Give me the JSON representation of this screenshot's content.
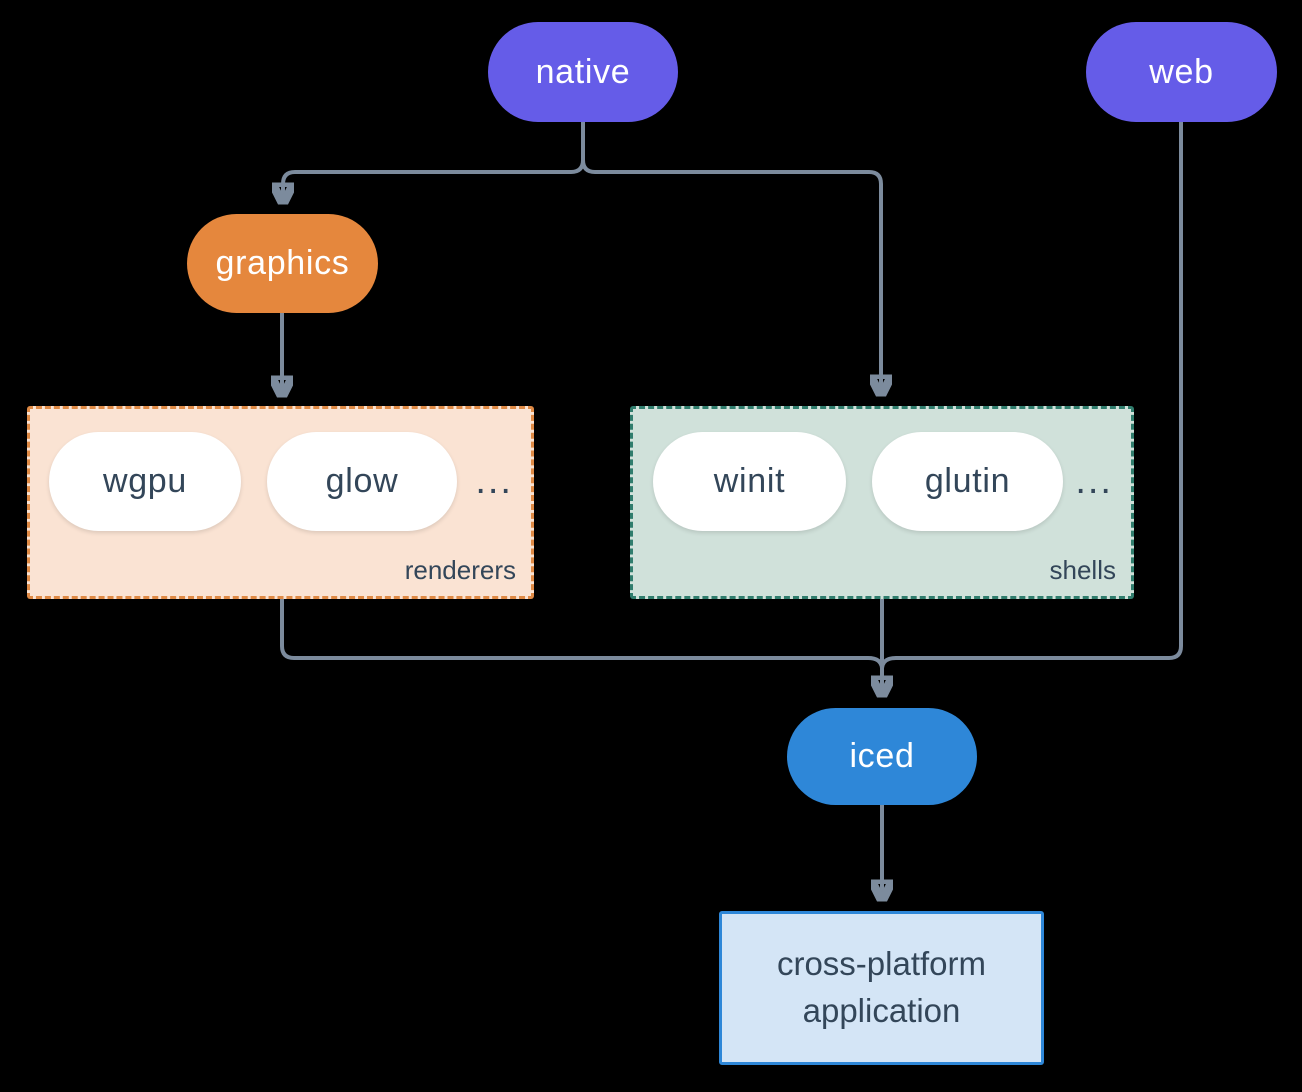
{
  "nodes": {
    "native": {
      "label": "native"
    },
    "web": {
      "label": "web"
    },
    "graphics": {
      "label": "graphics"
    },
    "iced": {
      "label": "iced"
    },
    "application": {
      "label": "cross-platform application"
    }
  },
  "groups": {
    "renderers": {
      "label": "renderers",
      "items": [
        {
          "label": "wgpu"
        },
        {
          "label": "glow"
        }
      ],
      "ellipsis": "..."
    },
    "shells": {
      "label": "shells",
      "items": [
        {
          "label": "winit"
        },
        {
          "label": "glutin"
        }
      ],
      "ellipsis": "..."
    }
  },
  "edges": [
    {
      "from": "native",
      "to": "graphics"
    },
    {
      "from": "native",
      "to": "shells"
    },
    {
      "from": "graphics",
      "to": "renderers"
    },
    {
      "from": "renderers",
      "to": "iced"
    },
    {
      "from": "shells",
      "to": "iced"
    },
    {
      "from": "web",
      "to": "iced"
    },
    {
      "from": "iced",
      "to": "application"
    }
  ],
  "colors": {
    "background": "#000000",
    "line": "#7c8b9d",
    "purple": "#655ce8",
    "orange": "#e5873d",
    "blue": "#2e87d8",
    "pill_bg": "#ffffff",
    "text_dark": "#334659",
    "text_light": "#ffffff",
    "renderers_bg": "#fae3d3",
    "renderers_border": "#df8a45",
    "shells_bg": "#d0e1da",
    "shells_border": "#307d6d",
    "app_bg": "#d4e5f6",
    "app_border": "#2e87d8"
  }
}
